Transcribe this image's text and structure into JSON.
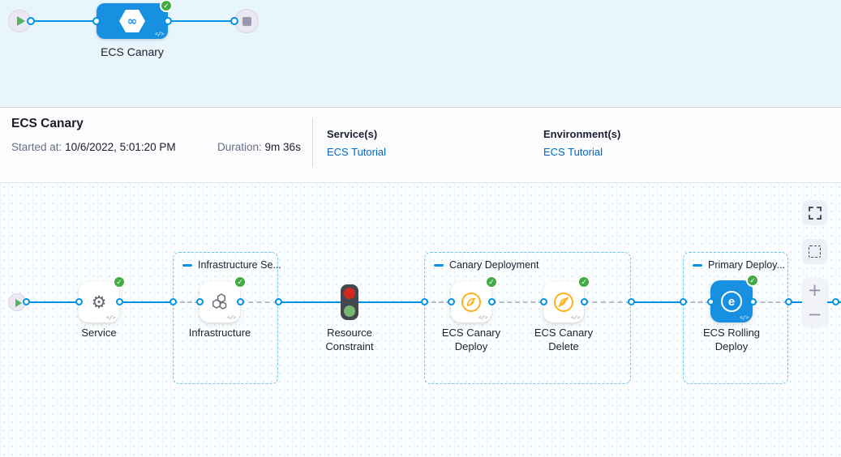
{
  "minimap": {
    "stage_label": "ECS Canary"
  },
  "summary": {
    "title": "ECS Canary",
    "started_label": "Started at:",
    "started_value": "10/6/2022, 5:01:20 PM",
    "duration_label": "Duration:",
    "duration_value": "9m 36s",
    "services_label": "Service(s)",
    "services_link": "ECS Tutorial",
    "environments_label": "Environment(s)",
    "environments_link": "ECS Tutorial"
  },
  "graph": {
    "groups": [
      {
        "label": "Infrastructure Se..."
      },
      {
        "label": "Canary Deployment"
      },
      {
        "label": "Primary Deploy..."
      }
    ],
    "nodes": [
      {
        "label": "Service",
        "status": "success"
      },
      {
        "label": "Infrastructure",
        "status": "success"
      },
      {
        "label": "Resource Constraint",
        "status": "success"
      },
      {
        "label": "ECS Canary Deploy",
        "status": "success"
      },
      {
        "label": "ECS Canary Delete",
        "status": "success"
      },
      {
        "label": "ECS Rolling Deploy",
        "status": "success"
      }
    ]
  },
  "icons": {
    "check": "✓",
    "code": "</>",
    "infinity": "∞",
    "rolling_e": "e",
    "plus": "+",
    "minus": "−"
  },
  "colors": {
    "accent_blue": "#0092e4",
    "node_blue": "#1890e2",
    "success_green": "#42ab45",
    "canary_amber": "#fcb11d",
    "top_band": "#e8f5fc",
    "link": "#0067c7"
  }
}
